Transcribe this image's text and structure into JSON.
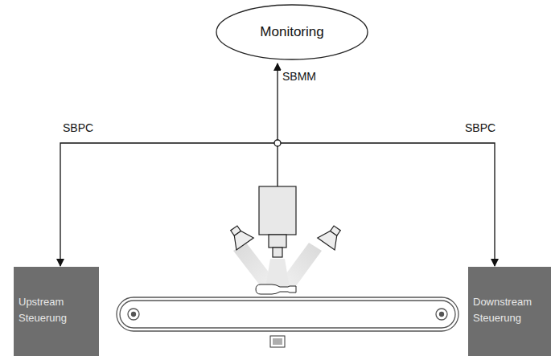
{
  "diagram": {
    "nodes": [
      {
        "text": [
          "Monitoring"
        ]
      },
      {
        "text": [
          "Upstream Steuerung"
        ]
      },
      {
        "text": [
          "Downstream Steuerung"
        ]
      }
    ],
    "labels": [
      "SBMM",
      "SBPC",
      "SBPC"
    ]
  }
}
